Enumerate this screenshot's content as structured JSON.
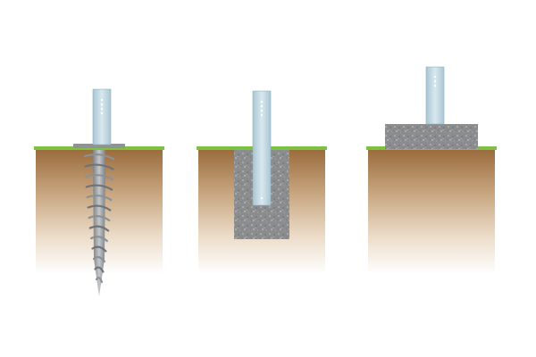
{
  "colors": {
    "background": "#ffffff",
    "grass": "#7cc242",
    "soil_top": "#9a6b3c",
    "soil_bottom": "#ffffff",
    "post": "#c9dde6",
    "post_edge": "#8fb0bf",
    "post_holes": "#ffffff",
    "screw": "#9a9fa3",
    "screw_dark": "#6f7478",
    "concrete": "#8a8c8e",
    "plate": "#8f9396"
  },
  "panels": [
    {
      "id": "ground-screw",
      "foundation": "screw-pile"
    },
    {
      "id": "concrete-in-ground",
      "foundation": "embedded-concrete"
    },
    {
      "id": "concrete-pad-on-ground",
      "foundation": "surface-concrete-block"
    }
  ]
}
